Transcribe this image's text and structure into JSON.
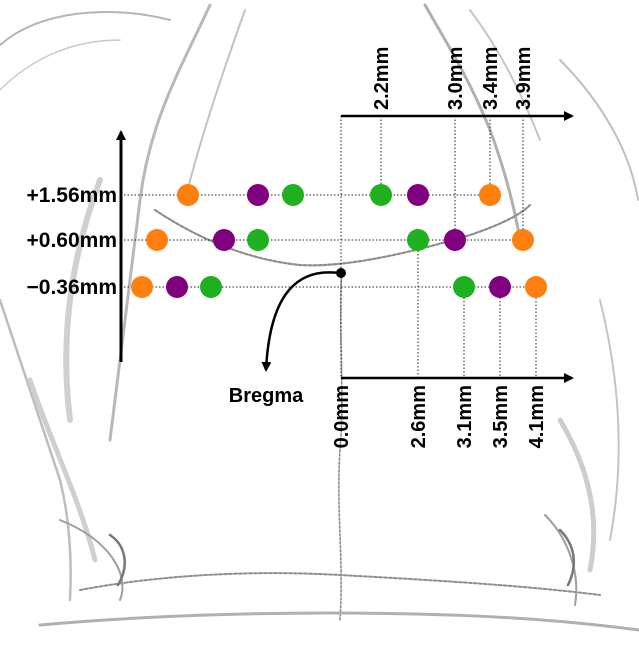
{
  "labels": {
    "bregma": "Bregma"
  },
  "colors": {
    "orange": "#ff7f0e",
    "purple": "#800080",
    "green": "#1fb01f",
    "skull_shade": "#9a9a9a"
  },
  "ap_rows": [
    {
      "label": "+1.56mm"
    },
    {
      "label": "+0.60mm"
    },
    {
      "label": "−0.36mm"
    }
  ],
  "ml_top": [
    {
      "label": "2.2mm"
    },
    {
      "label": "3.0mm"
    },
    {
      "label": "3.4mm"
    },
    {
      "label": "3.9mm"
    }
  ],
  "ml_bottom": [
    {
      "label": "0.0mm"
    },
    {
      "label": "2.6mm"
    },
    {
      "label": "3.1mm"
    },
    {
      "label": "3.5mm"
    },
    {
      "label": "4.1mm"
    }
  ],
  "dots": [
    {
      "row": 0,
      "color": "orange",
      "side": "left"
    },
    {
      "row": 0,
      "color": "purple",
      "side": "left"
    },
    {
      "row": 0,
      "color": "green",
      "side": "left"
    },
    {
      "row": 0,
      "color": "green",
      "side": "right"
    },
    {
      "row": 0,
      "color": "purple",
      "side": "right"
    },
    {
      "row": 0,
      "color": "orange",
      "side": "right"
    },
    {
      "row": 1,
      "color": "orange",
      "side": "left"
    },
    {
      "row": 1,
      "color": "purple",
      "side": "left"
    },
    {
      "row": 1,
      "color": "green",
      "side": "left"
    },
    {
      "row": 1,
      "color": "green",
      "side": "right"
    },
    {
      "row": 1,
      "color": "purple",
      "side": "right"
    },
    {
      "row": 1,
      "color": "orange",
      "side": "right"
    },
    {
      "row": 2,
      "color": "orange",
      "side": "left"
    },
    {
      "row": 2,
      "color": "purple",
      "side": "left"
    },
    {
      "row": 2,
      "color": "green",
      "side": "left"
    },
    {
      "row": 2,
      "color": "green",
      "side": "right"
    },
    {
      "row": 2,
      "color": "purple",
      "side": "right"
    },
    {
      "row": 2,
      "color": "orange",
      "side": "right"
    }
  ]
}
